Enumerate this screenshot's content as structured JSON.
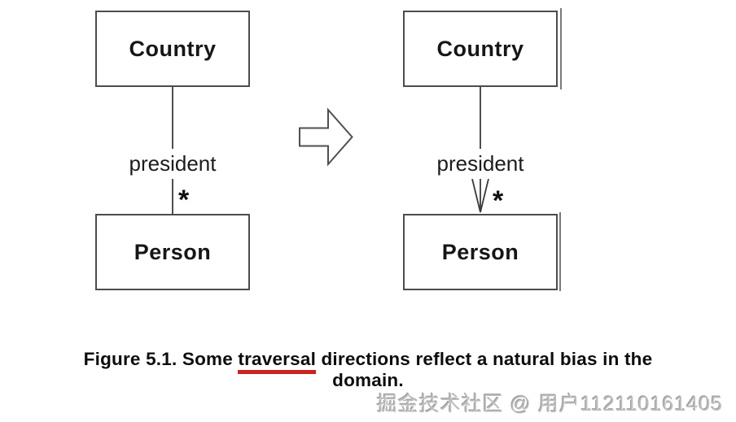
{
  "figure": {
    "left_diagram": {
      "top_class": "Country",
      "bottom_class": "Person",
      "association_label": "president",
      "multiplicity": "*",
      "navigability": "none"
    },
    "right_diagram": {
      "top_class": "Country",
      "bottom_class": "Person",
      "association_label": "president",
      "multiplicity": "*",
      "navigability": "arrow-toward-person"
    },
    "transform_arrow": "block-arrow-right"
  },
  "caption": {
    "line1_before": "Figure 5.1. Some",
    "underlined_word": "traversal",
    "line1_after": "directions reflect a natural bias in the",
    "line2": "domain.",
    "underline_color": "#cc231d"
  },
  "watermark": "掘金技术社区 @ 用户112110161405",
  "colors": {
    "background": "#ffffff",
    "box_border": "#4c4c4c",
    "line": "#3a3a3a",
    "text": "#161616",
    "caption_text": "#0d0d0d",
    "accent_red": "#cc231d",
    "watermark_gray": "#bdbdbd"
  }
}
